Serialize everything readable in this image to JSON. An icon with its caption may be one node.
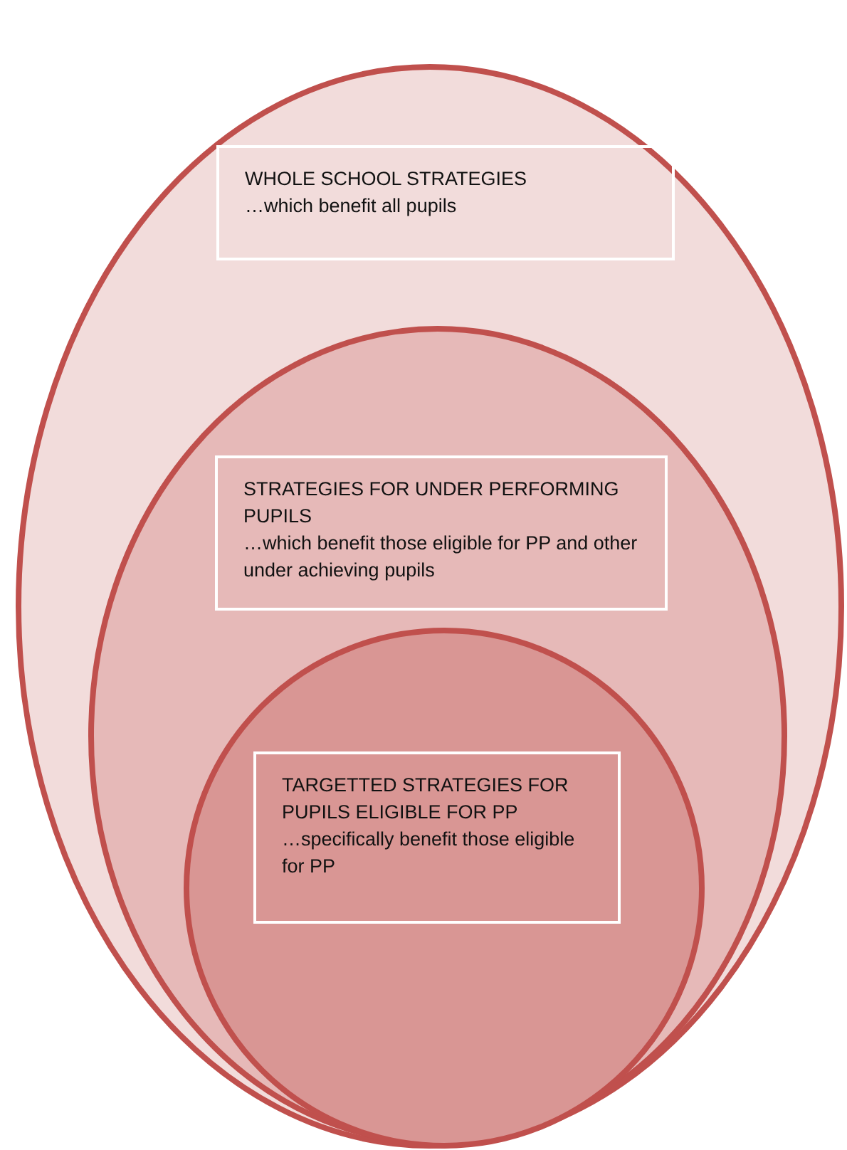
{
  "diagram": {
    "nodes": [
      {
        "text": [],
        "shape": "ellipse"
      },
      {
        "text": [
          "WHOLE SCHOOL STRATEGIES",
          "…which benefit all pupils"
        ],
        "in": 0
      },
      {
        "text": [],
        "shape": "ellipse",
        "in": 0
      },
      {
        "text": [
          "STRATEGIES FOR UNDER PERFORMING PUPILS",
          "…which benefit those eligible for PP and other under achieving pupils"
        ],
        "in": 2
      },
      {
        "text": [],
        "shape": "ellipse",
        "in": 2
      },
      {
        "text": [
          "TARGETTED STRATEGIES FOR PUPILS ELIGIBLE FOR PP",
          "…specifically benefit those eligible for PP"
        ],
        "in": 4
      }
    ]
  }
}
